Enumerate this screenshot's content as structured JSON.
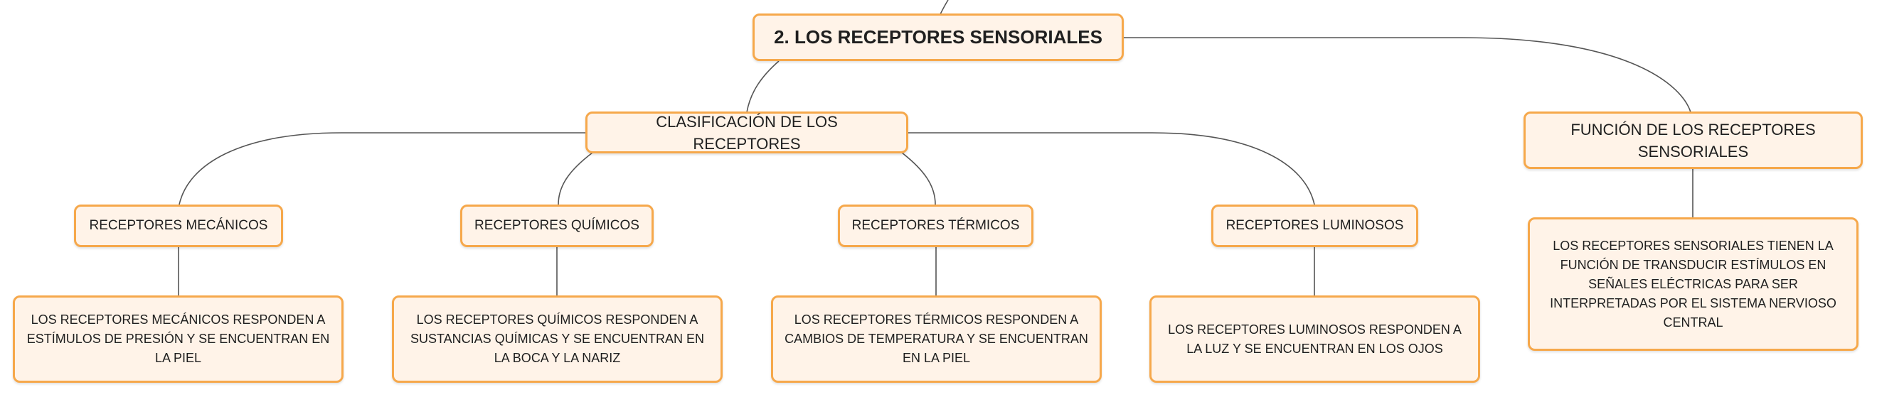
{
  "root": {
    "title": "2. LOS RECEPTORES SENSORIALES"
  },
  "classification": {
    "title": "CLASIFICACIÓN DE LOS RECEPTORES",
    "types": [
      {
        "name": "RECEPTORES MECÁNICOS",
        "description": "LOS RECEPTORES MECÁNICOS RESPONDEN A ESTÍMULOS DE PRESIÓN Y SE ENCUENTRAN EN LA PIEL"
      },
      {
        "name": "RECEPTORES QUÍMICOS",
        "description": "LOS RECEPTORES QUÍMICOS RESPONDEN A SUSTANCIAS QUÍMICAS Y SE ENCUENTRAN EN LA BOCA Y LA NARIZ"
      },
      {
        "name": "RECEPTORES TÉRMICOS",
        "description": "LOS RECEPTORES TÉRMICOS RESPONDEN A CAMBIOS DE TEMPERATURA Y SE ENCUENTRAN EN LA PIEL"
      },
      {
        "name": "RECEPTORES LUMINOSOS",
        "description": "LOS RECEPTORES LUMINOSOS RESPONDEN A LA LUZ Y SE ENCUENTRAN EN LOS OJOS"
      }
    ]
  },
  "function": {
    "title": "FUNCIÓN DE LOS RECEPTORES SENSORIALES",
    "description": "LOS RECEPTORES SENSORIALES TIENEN LA FUNCIÓN DE TRANSDUCIR ESTÍMULOS EN SEÑALES ELÉCTRICAS PARA SER INTERPRETADAS POR EL SISTEMA NERVIOSO CENTRAL"
  },
  "colors": {
    "node_fill": "#fff3e8",
    "node_border": "#f6a84b",
    "connector": "#555555"
  }
}
